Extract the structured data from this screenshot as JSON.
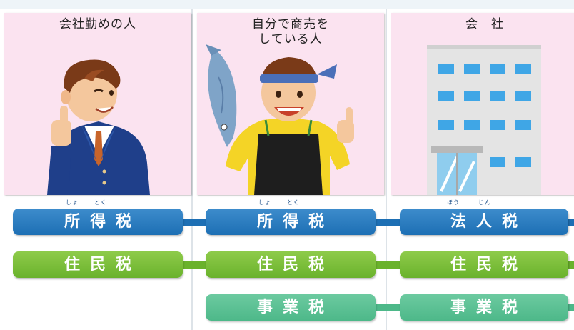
{
  "columns": [
    {
      "title": "会社勤めの人"
    },
    {
      "title": "自分で商売を\nしている人"
    },
    {
      "title": "会　社"
    }
  ],
  "taxes": {
    "employee": [
      {
        "label": "所得税",
        "ruby": [
          "しょ",
          "とく"
        ]
      },
      {
        "label": "住民税"
      }
    ],
    "self_employed": [
      {
        "label": "所得税",
        "ruby": [
          "しょ",
          "とく"
        ]
      },
      {
        "label": "住民税"
      },
      {
        "label": "事業税"
      }
    ],
    "company": [
      {
        "label": "法人税",
        "ruby": [
          "ほう",
          "じん"
        ]
      },
      {
        "label": "住民税"
      },
      {
        "label": "事業税"
      }
    ]
  },
  "colors": {
    "income_tax": "#1d6fb4",
    "resident_tax": "#6ab22c",
    "business_tax": "#4db889",
    "panel_bg": "#fbe3f0"
  }
}
